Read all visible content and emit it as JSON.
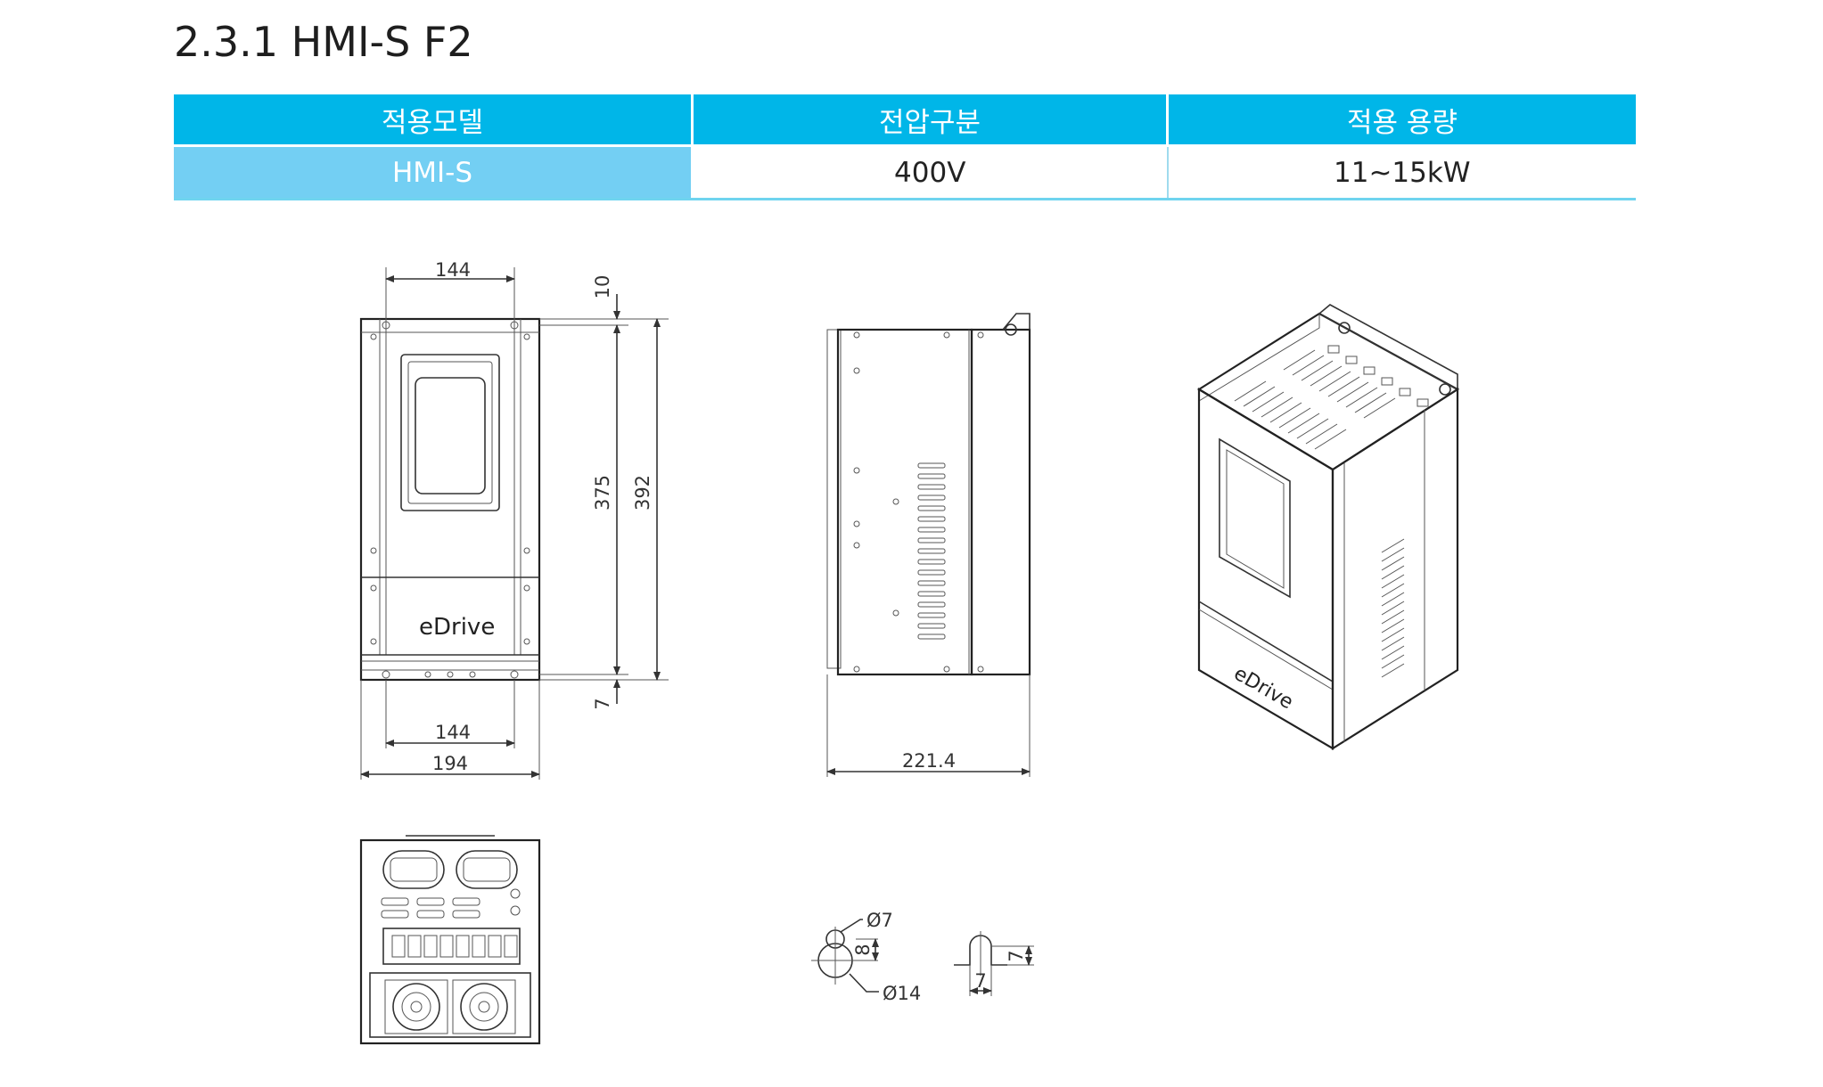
{
  "section_title": "2.3.1 HMI-S F2",
  "table": {
    "headers": [
      "적용모델",
      "전압구분",
      "적용 용량"
    ],
    "row": [
      "HMI-S",
      "400V",
      "11~15kW"
    ]
  },
  "front_view": {
    "dim_top_width": "144",
    "dim_top_offset": "10",
    "dim_inner_height": "375",
    "dim_total_height": "392",
    "dim_bottom_offset": "7",
    "dim_bottom_inner_width": "144",
    "dim_total_width": "194",
    "logo": "eDrive"
  },
  "side_view": {
    "dim_depth": "221.4"
  },
  "mount_hole": {
    "dim_small_dia": "Ø7",
    "dim_large_dia": "Ø14",
    "dim_slot": "8"
  },
  "mount_slot": {
    "dim_width": "7",
    "dim_height": "7"
  },
  "colors": {
    "header_bg": "#00b6e8",
    "model_cell_bg": "#73cff3",
    "row_border": "#6fd4ef"
  }
}
